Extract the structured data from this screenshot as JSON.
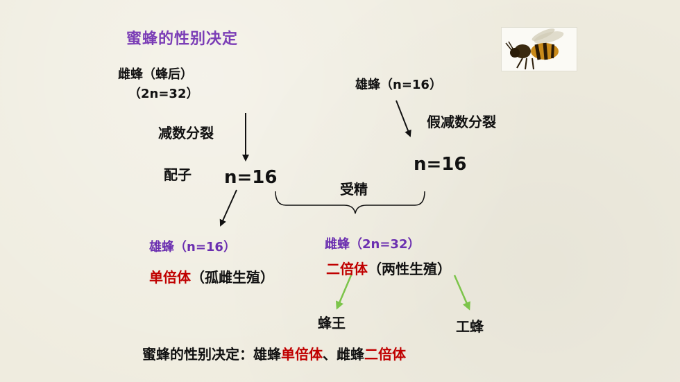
{
  "title": "蜜蜂的性别决定",
  "queen": {
    "line1": "雌蜂（蜂后）",
    "line2": "（2n=32）"
  },
  "meiosis_label": "减数分裂",
  "gamete_label": "配子",
  "gamete_n": "n=16",
  "drone_top": "雄蜂（n=16）",
  "pseudo_meiosis_label": "假减数分裂",
  "sperm_n": "n=16",
  "fertilization_label": "受精",
  "male_result": {
    "name": "雄蜂（n=16）",
    "ploidy": "单倍体",
    "repro": "（孤雌生殖）"
  },
  "female_result": {
    "name": "雌蜂（2n=32）",
    "ploidy": "二倍体",
    "repro": "（两性生殖）"
  },
  "queen_bee": "蜂王",
  "worker_bee": "工蜂",
  "summary": {
    "prefix": "蜜蜂的性别决定：雄蜂",
    "haploid": "单倍体",
    "middle": "、雌蜂",
    "diploid": "二倍体"
  },
  "colors": {
    "purple": "#6b2fb0",
    "red": "#c00000",
    "green_arrow": "#7cc44a",
    "background": "#efecdf"
  },
  "icons": [
    "bee-image"
  ]
}
